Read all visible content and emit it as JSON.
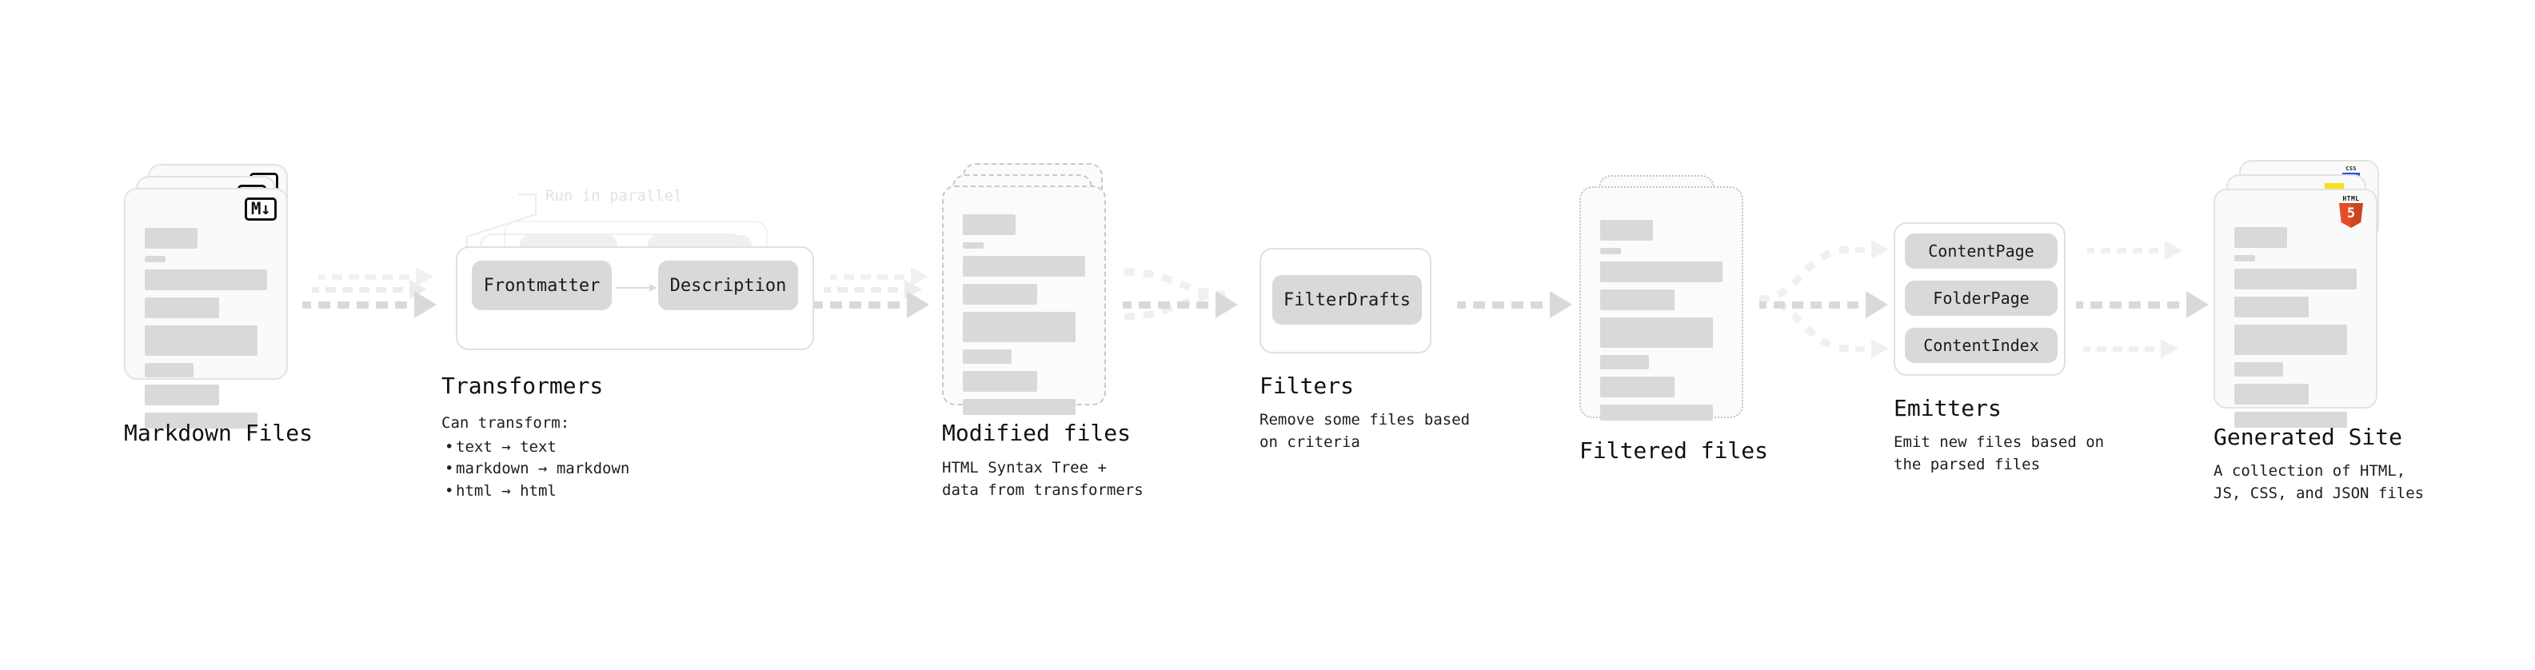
{
  "diagram": {
    "accent_gray": "#d9d9d9",
    "arrow_gray": "#d5d5d5",
    "arrow_gray_light": "#ececec",
    "arrow_gray_lighter": "#f1f1f1",
    "card_border": "#e3e3e3",
    "text_color": "#111111"
  },
  "stages": {
    "markdown_files": {
      "title": "Markdown Files",
      "badge_label": "M↓",
      "icon": "markdown-icon"
    },
    "transformers": {
      "title": "Transformers",
      "parallel_label": "Run in parallel",
      "chip_a": "Frontmatter",
      "chip_b": "Description",
      "desc_head": "Can transform:",
      "bullets": [
        "text → text",
        "markdown → markdown",
        "html → html"
      ]
    },
    "modified_files": {
      "title": "Modified files",
      "desc": "HTML Syntax Tree +\ndata from transformers"
    },
    "filters": {
      "title": "Filters",
      "chip": "FilterDrafts",
      "desc": "Remove some files based\non criteria"
    },
    "filtered_files": {
      "title": "Filtered files",
      "desc": ""
    },
    "emitters": {
      "title": "Emitters",
      "chips": [
        "ContentPage",
        "FolderPage",
        "ContentIndex"
      ],
      "desc": "Emit new files based on\nthe parsed files"
    },
    "generated_site": {
      "title": "Generated Site",
      "desc": "A collection of HTML,\nJS, CSS, and JSON files",
      "badges": {
        "html5_word": "HTML",
        "html5_num": "5",
        "css_word": "CSS",
        "css_color": "#264de4",
        "js_color": "#f7df1e"
      }
    }
  }
}
